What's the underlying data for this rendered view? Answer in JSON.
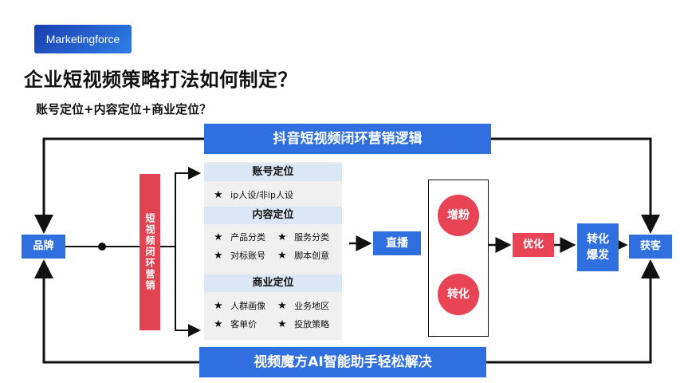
{
  "logo": {
    "text": "Marketingforce"
  },
  "title": "企业短视频策略打法如何制定？",
  "subtitle": "账号定位+内容定位+商业定位？",
  "top_banner": "抖音短视频闭环营销逻辑",
  "bottom_banner": "视频魔方AI智能助手轻松解决",
  "nodes": {
    "brand": "品牌",
    "loop": "短视频闭环营销",
    "live": "直播",
    "grow_fans": "增粉",
    "conversion": "转化",
    "optimize": "优化",
    "convert_burst_line1": "转化",
    "convert_burst_line2": "爆发",
    "acquire": "获客"
  },
  "panel": {
    "account": {
      "header": "账号定位",
      "items": [
        "ip人设/非ip人设"
      ]
    },
    "content": {
      "header": "内容定位",
      "items": [
        "产品分类",
        "服务分类",
        "对标账号",
        "脚本创意"
      ]
    },
    "business": {
      "header": "商业定位",
      "items": [
        "人群画像",
        "业务地区",
        "客单价",
        "投放策略"
      ]
    }
  },
  "colors": {
    "blue": "#2f6fe0",
    "red": "#e84456",
    "panel_bg": "#f0f0f0",
    "header_bg": "#dbe6f7"
  },
  "icons": {
    "bullet": "star-icon"
  }
}
